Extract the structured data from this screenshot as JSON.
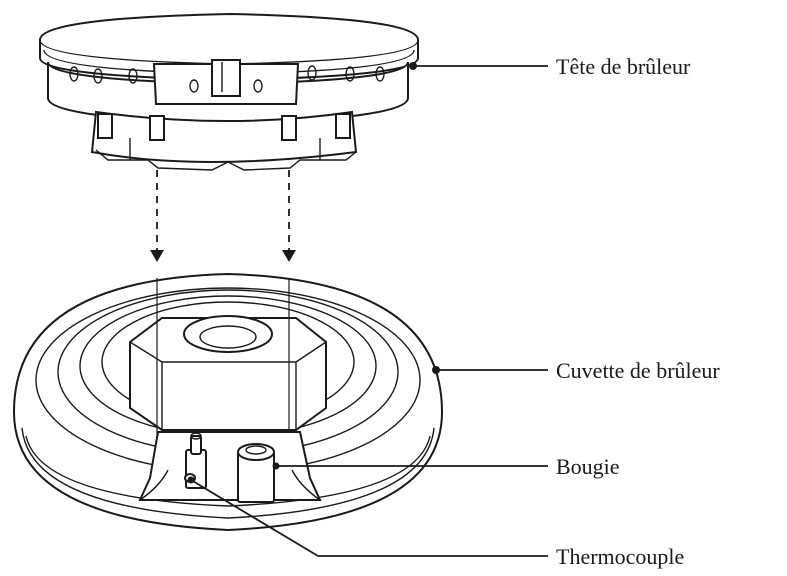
{
  "labels": {
    "burner_head": "Tête de brûleur",
    "burner_cup": "Cuvette de brûleur",
    "spark_plug": "Bougie",
    "thermocouple": "Thermocouple"
  },
  "colors": {
    "line": "#1a1a1a",
    "background": "#ffffff"
  }
}
